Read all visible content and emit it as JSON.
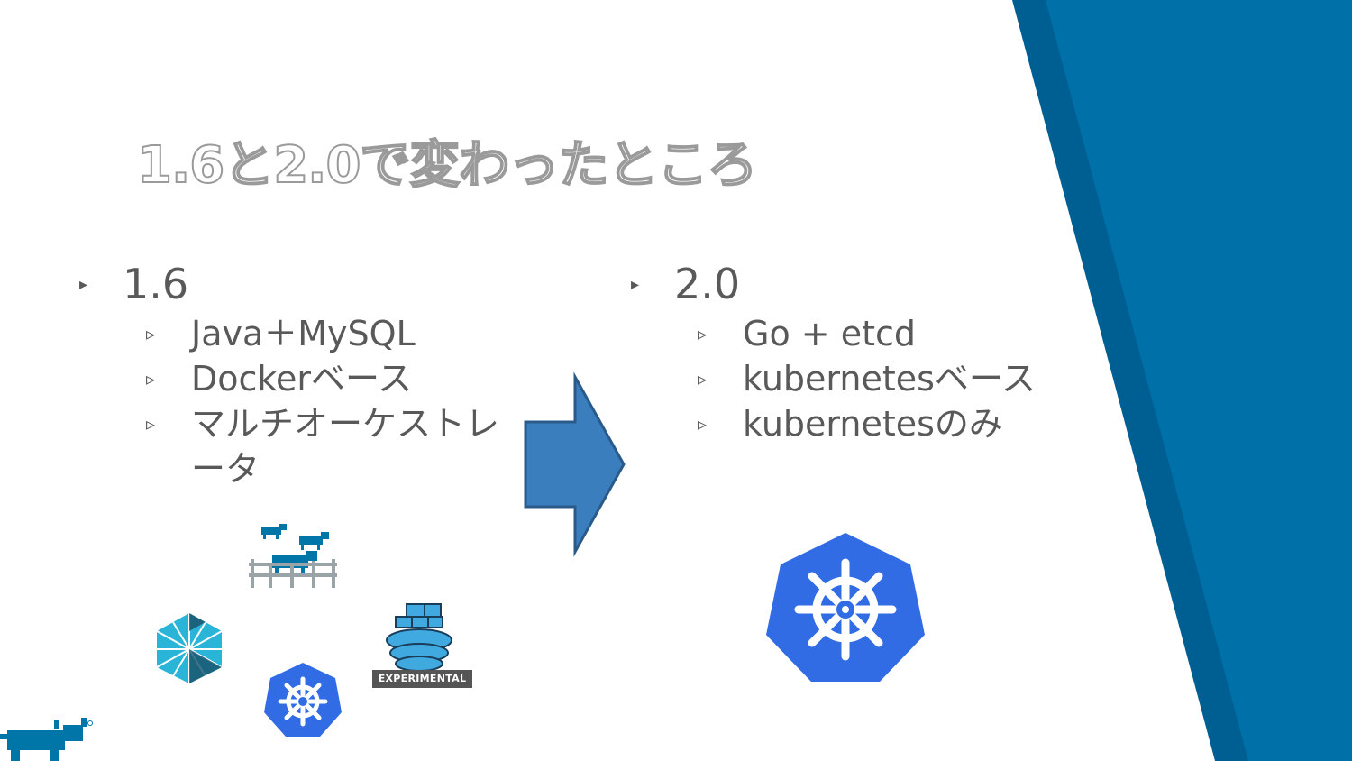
{
  "slide": {
    "title": "1.6と2.0で変わったところ",
    "left": {
      "heading": "1.6",
      "items": [
        "Java＋MySQL",
        "Dockerベース",
        "マルチオーケストレータ"
      ]
    },
    "right": {
      "heading": "2.0",
      "items": [
        "Go + etcd",
        "kubernetesベース",
        "kubernetesのみ"
      ]
    },
    "badge": "EXPERIMENTAL"
  },
  "colors": {
    "accent_dark": "#005f92",
    "accent": "#0070a8",
    "arrow_fill": "#3b7ebd",
    "arrow_stroke": "#2a5a8a",
    "kubernetes": "#326ce5",
    "rancher": "#0075a8",
    "text": "#595959",
    "title_outline": "#9a9a9a"
  },
  "icons": {
    "bullet_l1": "▸",
    "bullet_l2": "▹"
  }
}
